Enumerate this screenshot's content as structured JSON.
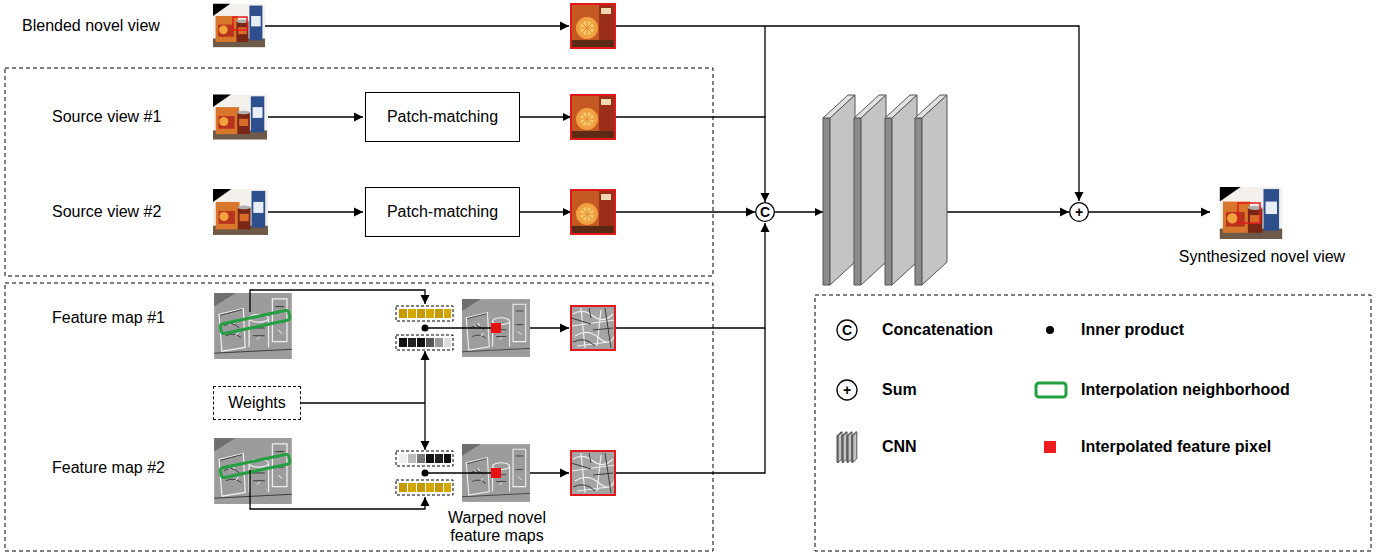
{
  "diagram": {
    "nodes": [
      {
        "text": [
          "Patch-matching"
        ]
      },
      {
        "text": [
          "Patch-matching"
        ]
      },
      {
        "text": [
          "C"
        ]
      },
      {
        "text": [
          "+"
        ]
      },
      {
        "text": [
          "Weights"
        ]
      }
    ],
    "edges": [
      {
        "from": 0,
        "to": 2,
        "arrow": "to"
      },
      {
        "from": 1,
        "to": 2,
        "arrow": "to"
      },
      {
        "from": 2,
        "to": 3,
        "arrow": "to"
      }
    ],
    "labels": [
      "Blended novel view",
      "Source view #1",
      "Source view #2",
      "Feature map #1",
      "Feature map #2",
      "Warped novel feature maps",
      "Synthesized novel view",
      "C",
      "+"
    ],
    "legend": [
      {
        "text": "Concatenation"
      },
      {
        "text": "Inner product"
      },
      {
        "text": "Sum"
      },
      {
        "text": "Interpolation neighborhood"
      },
      {
        "text": "CNN"
      },
      {
        "text": "Interpolated feature pixel",
        "color": "#ee1c1c"
      }
    ]
  }
}
